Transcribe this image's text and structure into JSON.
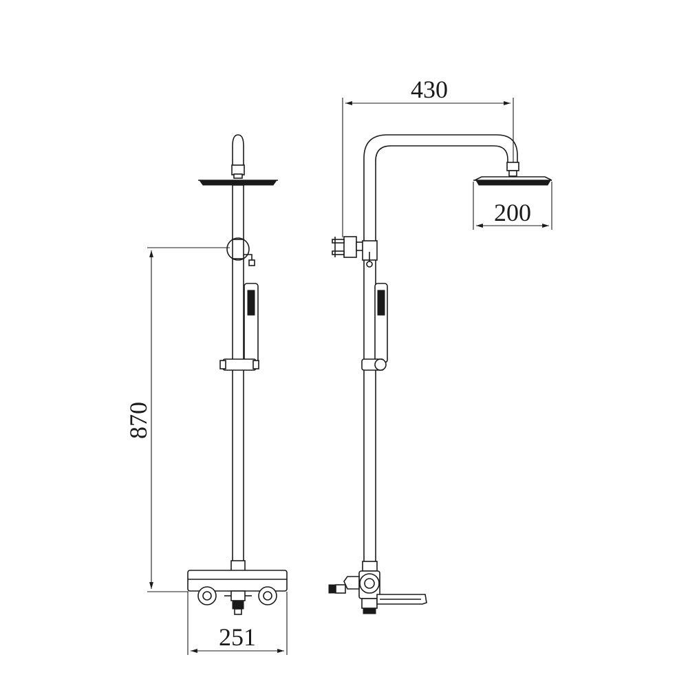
{
  "dimensions": {
    "total_height": "870",
    "base_width": "251",
    "arm_reach": "430",
    "head_diameter": "200"
  },
  "colors": {
    "line": "#1a1a1a",
    "background": "#ffffff"
  }
}
